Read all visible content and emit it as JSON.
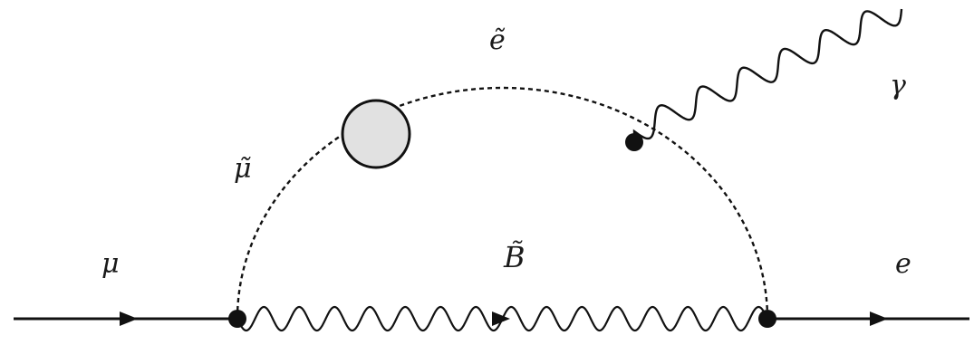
{
  "diagram": {
    "labels": {
      "selectron": "ẽ",
      "photon": "γ",
      "smuon": "μ̃",
      "muon": "μ",
      "bino": "B̃",
      "electron": "e"
    },
    "colors": {
      "line": "#111111",
      "blob_fill": "#e1e1e1",
      "vertex": "#111111"
    }
  }
}
